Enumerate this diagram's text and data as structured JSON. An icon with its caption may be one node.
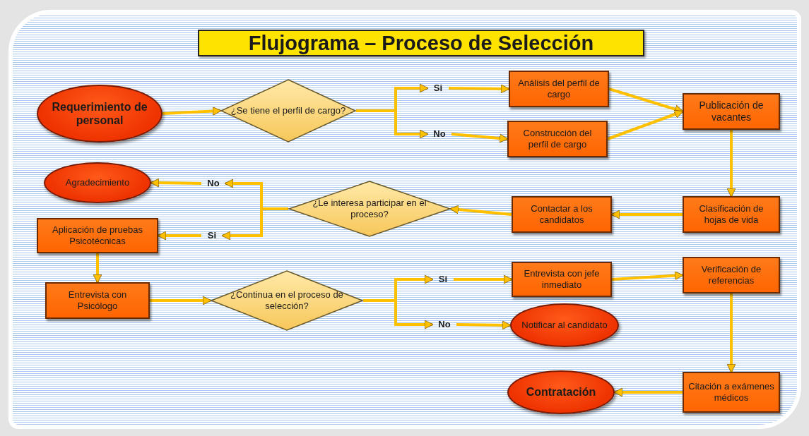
{
  "diagram": {
    "title": "Flujograma – Proceso de Selección",
    "nodes": [
      {
        "text": [
          "Requerimiento de personal"
        ]
      },
      {
        "text": [
          "¿Se tiene el perfil de cargo?"
        ]
      },
      {
        "text": [
          "Si"
        ]
      },
      {
        "text": [
          "Análisis del perfil de cargo"
        ]
      },
      {
        "text": [
          "No"
        ]
      },
      {
        "text": [
          "Construcción del perfil de cargo"
        ]
      },
      {
        "text": [
          "Publicación de vacantes"
        ]
      },
      {
        "text": [
          "Agradecimiento"
        ]
      },
      {
        "text": [
          "No"
        ]
      },
      {
        "text": [
          "¿Le interesa participar en el proceso?"
        ]
      },
      {
        "text": [
          "Contactar a los candidatos"
        ]
      },
      {
        "text": [
          "Clasificación de hojas de vida"
        ]
      },
      {
        "text": [
          "Aplicación de pruebas Psicotécnicas"
        ]
      },
      {
        "text": [
          "Si"
        ]
      },
      {
        "text": [
          "Entrevista con Psicólogo"
        ]
      },
      {
        "text": [
          "¿Continua en el proceso de selección?"
        ]
      },
      {
        "text": [
          "Si"
        ]
      },
      {
        "text": [
          "Entrevista con jefe inmediato"
        ]
      },
      {
        "text": [
          "Verificación de referencias"
        ]
      },
      {
        "text": [
          "No"
        ]
      },
      {
        "text": [
          "Notificar al candidato"
        ]
      },
      {
        "text": [
          "Contratación"
        ]
      },
      {
        "text": [
          "Citación a exámenes médicos"
        ]
      }
    ],
    "edges": [
      {
        "from": 0,
        "to": 1,
        "arrow": "to"
      },
      {
        "from": 1,
        "to": 2,
        "arrow": "to"
      },
      {
        "from": 2,
        "to": 3,
        "arrow": "to"
      },
      {
        "from": 1,
        "to": 4,
        "arrow": "to"
      },
      {
        "from": 4,
        "to": 5,
        "arrow": "to"
      },
      {
        "from": 3,
        "to": 6,
        "arrow": "to"
      },
      {
        "from": 5,
        "to": 6,
        "arrow": "to"
      },
      {
        "from": 6,
        "to": 11,
        "arrow": "to"
      },
      {
        "from": 11,
        "to": 10,
        "arrow": "to"
      },
      {
        "from": 10,
        "to": 9,
        "arrow": "to"
      },
      {
        "from": 9,
        "to": 8,
        "arrow": "to"
      },
      {
        "from": 8,
        "to": 7,
        "arrow": "to"
      },
      {
        "from": 9,
        "to": 13,
        "arrow": "to"
      },
      {
        "from": 13,
        "to": 12,
        "arrow": "to"
      },
      {
        "from": 12,
        "to": 14,
        "arrow": "to"
      },
      {
        "from": 14,
        "to": 15,
        "arrow": "to"
      },
      {
        "from": 15,
        "to": 16,
        "arrow": "to"
      },
      {
        "from": 16,
        "to": 17,
        "arrow": "to"
      },
      {
        "from": 17,
        "to": 18,
        "arrow": "to"
      },
      {
        "from": 15,
        "to": 19,
        "arrow": "to"
      },
      {
        "from": 19,
        "to": 20,
        "arrow": "to"
      },
      {
        "from": 18,
        "to": 22,
        "arrow": "to"
      },
      {
        "from": 22,
        "to": 21,
        "arrow": "to"
      }
    ]
  }
}
